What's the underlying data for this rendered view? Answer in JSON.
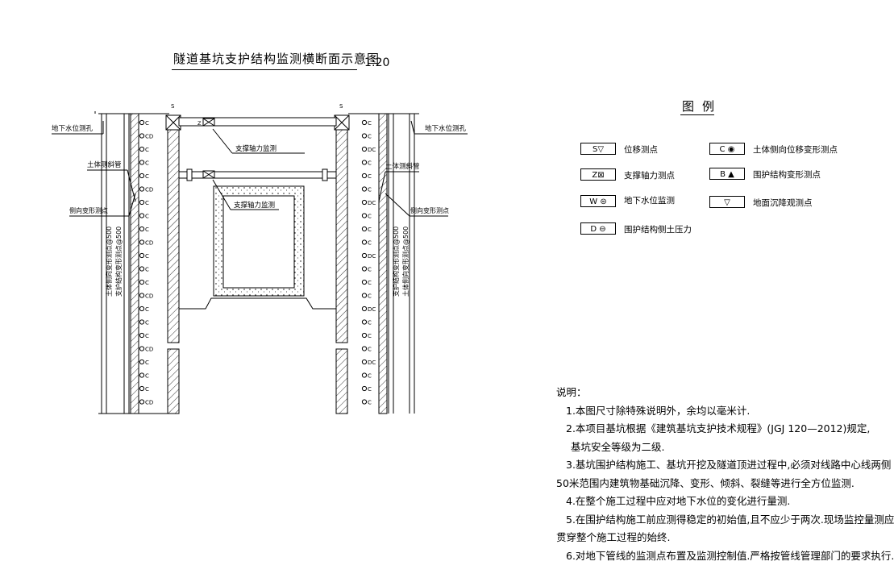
{
  "drawing": {
    "title": "隧道基坑支护结构监测横断面示意图",
    "scale": "1:20",
    "labels": {
      "groundwater_hole_left": "地下水位测孔",
      "groundwater_hole_right": "地下水位测孔",
      "inclinometer_left": "土体测斜管",
      "inclinometer_right": "土体测斜管",
      "lateral_left": "侧向变形测点",
      "lateral_right": "侧向变形测点",
      "strut_axial_top": "支撑轴力监测",
      "strut_axial_mid": "支撑轴力监测",
      "vertical_left_1": "土体侧向变形测点@500",
      "vertical_left_2": "支护结构变形测点@500",
      "vertical_right_1": "支护结构变形测点@500",
      "vertical_right_2": "土体侧向变形测点@500",
      "marker_s": "S",
      "marker_z": "Z",
      "point_c": "C",
      "point_cd": "CD",
      "point_dc": "DC"
    }
  },
  "legend": {
    "title": "图例",
    "items": [
      {
        "symbol": "S▽",
        "label": "位移测点"
      },
      {
        "symbol": "C ◉",
        "label": "土体侧向位移变形测点"
      },
      {
        "symbol": "Z⊠",
        "label": "支撑轴力测点"
      },
      {
        "symbol": "B ▲",
        "label": "围护结构变形测点"
      },
      {
        "symbol": "W ⊜",
        "label": "地下水位监测"
      },
      {
        "symbol": "▽",
        "label": "地面沉降观测点"
      },
      {
        "symbol": "D ⊖",
        "label": "围护结构侧土压力"
      }
    ]
  },
  "notes": {
    "heading": "说明：",
    "lines": [
      "1.本图尺寸除特殊说明外，余均以毫米计.",
      "2.本项目基坑根据《建筑基坑支护技术规程》(JGJ 120—2012)规定,",
      "基坑安全等级为二级.",
      "3.基坑围护结构施工、基坑开挖及隧道顶进过程中,必须对线路中心线两侧",
      "50米范围内建筑物基础沉降、变形、倾斜、裂缝等进行全方位监测.",
      "4.在整个施工过程中应对地下水位的变化进行量测.",
      "5.在围护结构施工前应测得稳定的初始值,且不应少于两次.现场监控量测应",
      "贯穿整个施工过程的始终.",
      "6.对地下管线的监测点布置及监测控制值.严格按管线管理部门的要求执行."
    ]
  }
}
